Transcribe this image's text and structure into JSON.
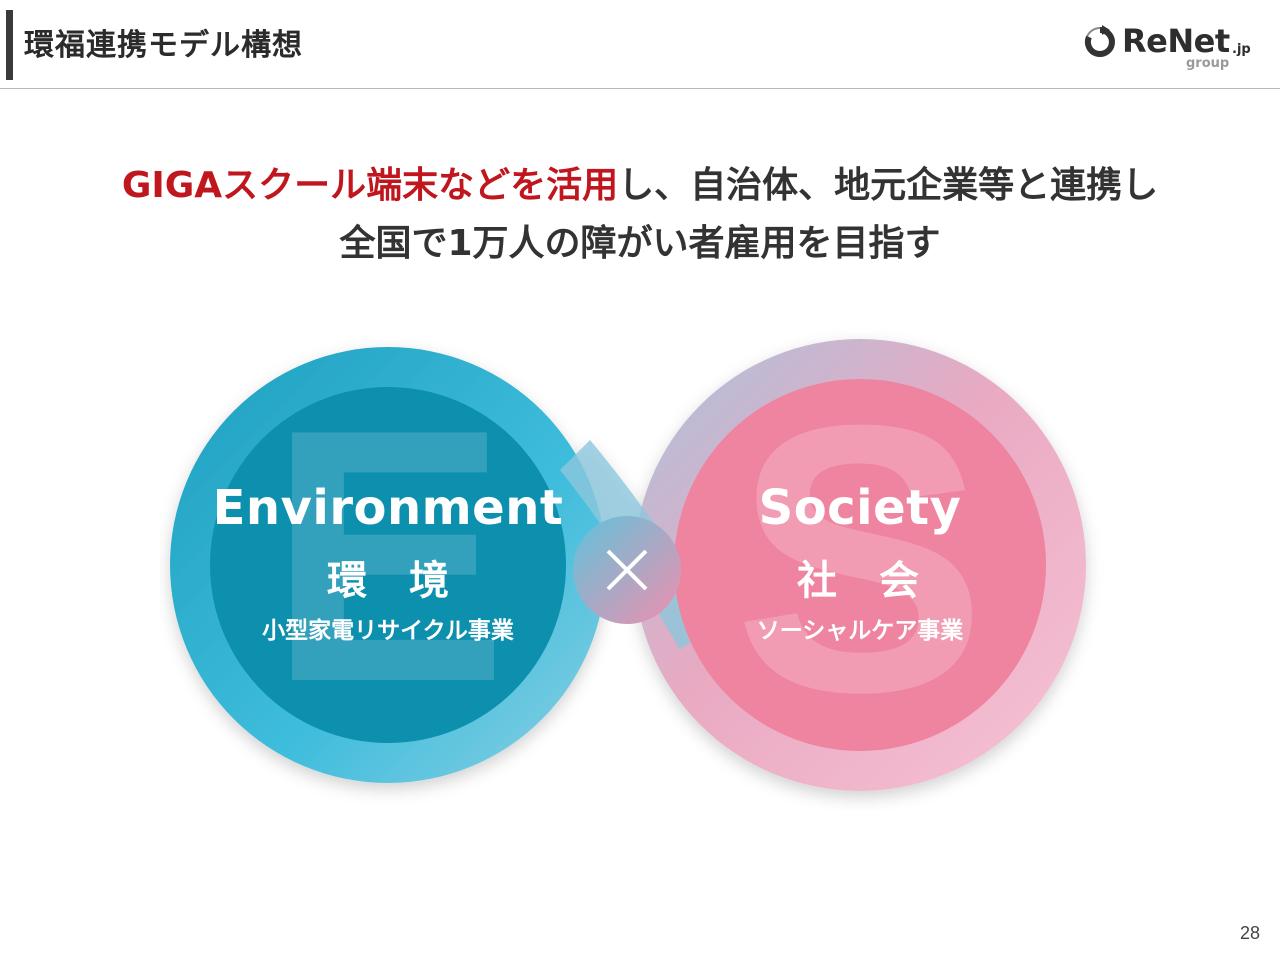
{
  "header": {
    "title": "環福連携モデル構想",
    "logo": {
      "word": "ReNet",
      "tld": ".jp",
      "tagline": "group"
    }
  },
  "headline": {
    "line1_accent": "GIGAスクール端末などを活用",
    "line1_rest": "し、自治体、地元企業等と連携し",
    "line2": "全国で1万人の障がい者雇用を目指す"
  },
  "diagram": {
    "left": {
      "letter": "E",
      "english": "Environment",
      "japanese": "環 境",
      "business": "小型家電リサイクル事業",
      "color": "#1aa0c0"
    },
    "right": {
      "letter": "S",
      "english": "Society",
      "japanese": "社 会",
      "business": "ソーシャルケア事業",
      "color": "#ee7f9f"
    },
    "connector_symbol": "×"
  },
  "page_number": "28"
}
